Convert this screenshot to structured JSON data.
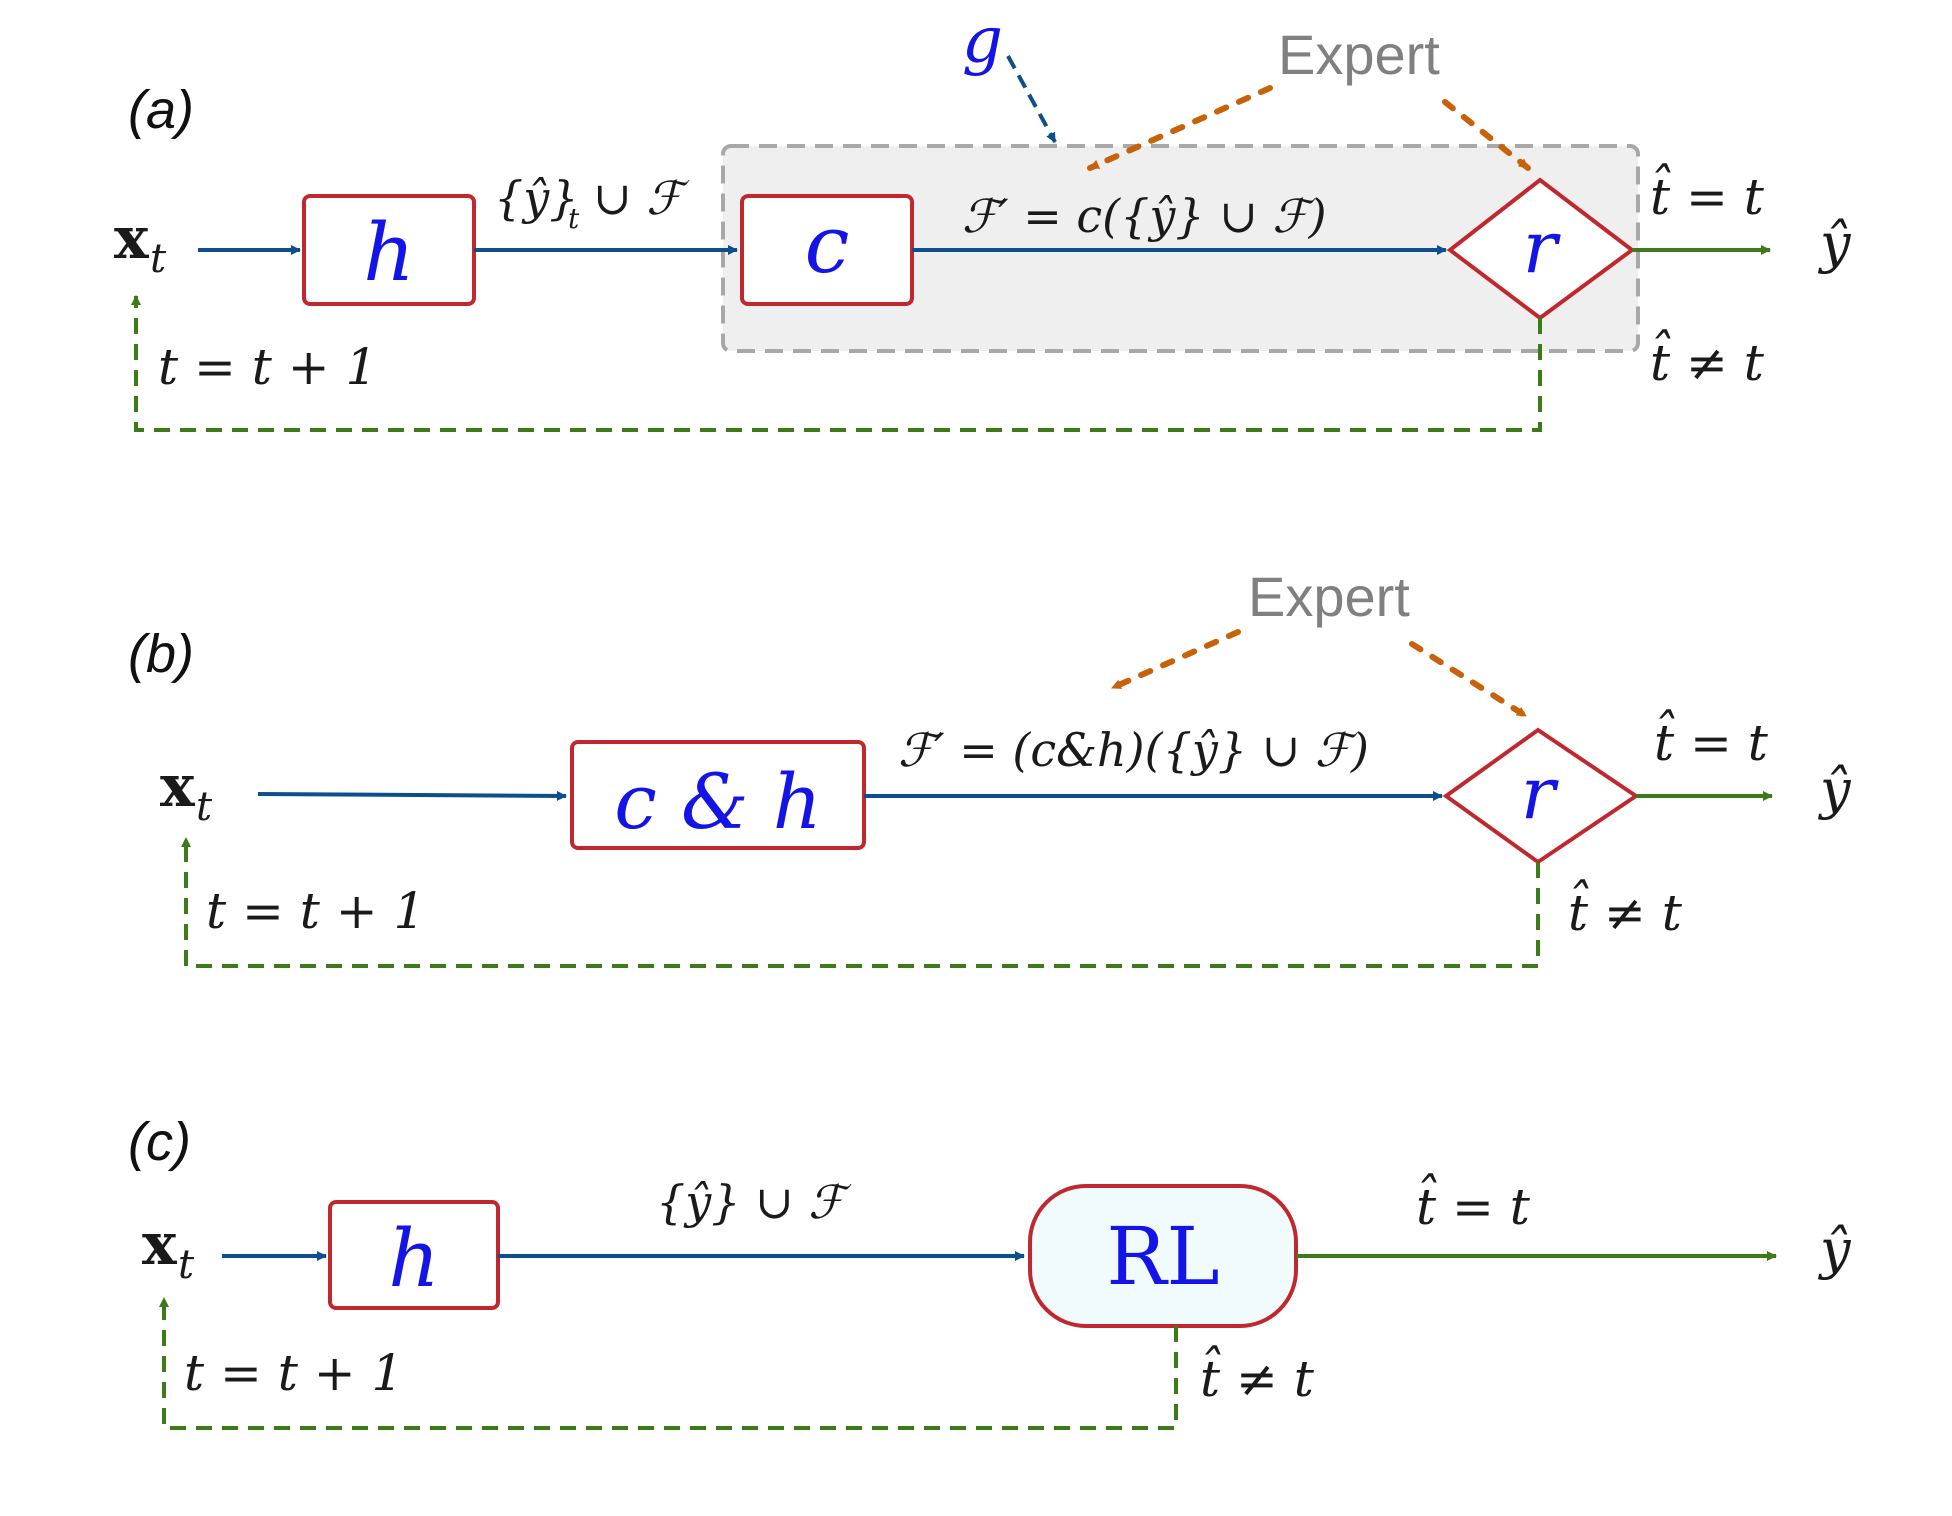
{
  "panels": {
    "a": {
      "label": "(a)",
      "input": "x",
      "input_sub": "t",
      "h_box": "h",
      "h_to_c_label": "{ŷ} ∪ ℱ",
      "h_to_c_sub": "t",
      "c_box": "c",
      "c_to_r_label": "ℱ′ = c({ŷ} ∪ ℱ)",
      "r_diamond": "r",
      "g_label": "g",
      "expert": "Expert",
      "accept": "t̂ = t",
      "reject": "t̂ ≠ t",
      "output": "ŷ",
      "loop": "t = t + 1"
    },
    "b": {
      "label": "(b)",
      "input": "x",
      "input_sub": "t",
      "ch_box": "c & h",
      "ch_to_r_label": "ℱ′ = (c&h)({ŷ} ∪ ℱ)",
      "r_diamond": "r",
      "expert": "Expert",
      "accept": "t̂ = t",
      "reject": "t̂ ≠ t",
      "output": "ŷ",
      "loop": "t = t + 1"
    },
    "c": {
      "label": "(c)",
      "input": "x",
      "input_sub": "t",
      "h_box": "h",
      "h_to_rl_label": "{ŷ} ∪ ℱ",
      "rl_box": "RL",
      "accept": "t̂ = t",
      "reject": "t̂ ≠ t",
      "output": "ŷ",
      "loop": "t = t + 1"
    }
  },
  "colors": {
    "flow": "#0c4f8c",
    "accept": "#3c7a1a",
    "expert": "#c8620a",
    "box_border": "#c0282e",
    "box_text": "#1414e6",
    "g_region": "#efefef"
  }
}
